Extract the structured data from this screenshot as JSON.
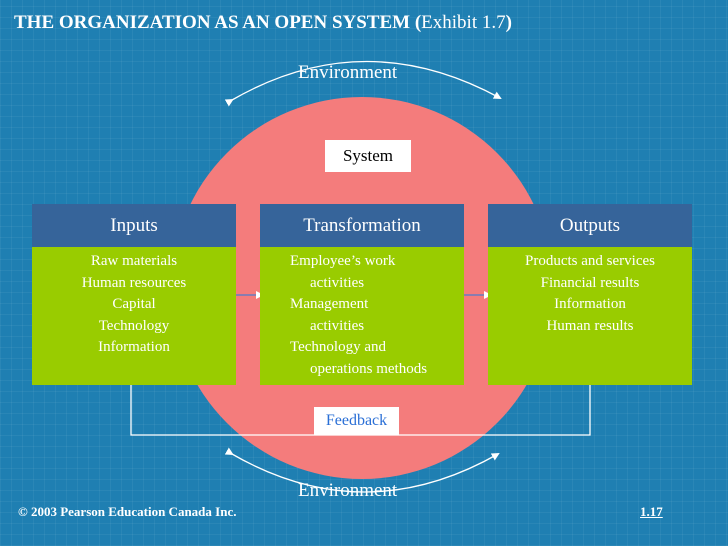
{
  "title": {
    "main": "THE ORGANIZATION AS AN OPEN SYSTEM (",
    "exhibit": "Exhibit 1.7",
    "close": ")"
  },
  "environment_top": "Environment",
  "environment_bottom": "Environment",
  "system_label": "System",
  "boxes": {
    "inputs": {
      "header": "Inputs",
      "items": [
        "Raw materials",
        "Human resources",
        "Capital",
        "Technology",
        "Information"
      ]
    },
    "transformation": {
      "header": "Transformation",
      "items": [
        "Employee’s work",
        "activities",
        "Management",
        "activities",
        "Technology and",
        "operations methods"
      ]
    },
    "outputs": {
      "header": "Outputs",
      "items": [
        "Products and services",
        "Financial results",
        "Information",
        "Human results"
      ]
    }
  },
  "feedback_label": "Feedback",
  "footer": {
    "copyright": "©  2003 Pearson Education Canada Inc.",
    "page": "1.17"
  },
  "colors": {
    "background": "#1f7fb2",
    "circle": "#f47c7c",
    "box_header": "#36649a",
    "box_body": "#99cc00",
    "feedback_text": "#2a6fd6"
  }
}
